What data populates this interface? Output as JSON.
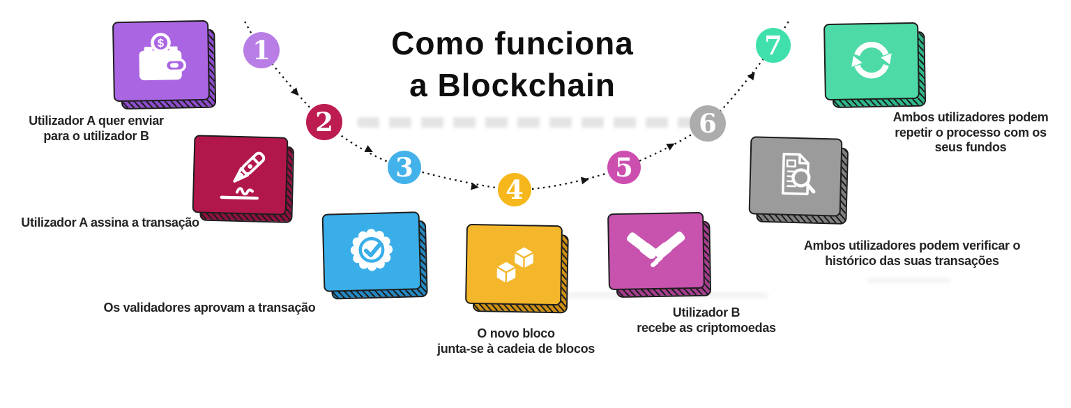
{
  "title": {
    "text": "Como funciona\na Blockchain"
  },
  "steps": [
    {
      "number": "1",
      "icon": "wallet-icon",
      "label": "Utilizador A quer enviar\npara o utilizador B",
      "card_color": "#aa66e2",
      "circle_color": "#b87ee6"
    },
    {
      "number": "2",
      "icon": "pen-signature-icon",
      "label": "Utilizador A assina a transação",
      "card_color": "#b2174b",
      "circle_color": "#bd1c51"
    },
    {
      "number": "3",
      "icon": "approval-badge-icon",
      "label": "Os validadores aprovam a transação",
      "card_color": "#3aaee8",
      "circle_color": "#44b2ea"
    },
    {
      "number": "4",
      "icon": "blocks-icon",
      "label": "O novo bloco\njunta-se à cadeia de blocos",
      "card_color": "#f4b62a",
      "circle_color": "#f6b71c"
    },
    {
      "number": "5",
      "icon": "handshake-icon",
      "label": "Utilizador B\nrecebe as criptomoedas",
      "card_color": "#c753ae",
      "circle_color": "#cc4fb0"
    },
    {
      "number": "6",
      "icon": "document-search-icon",
      "label": "Ambos utilizadores podem verificar o\nhistórico das suas transações",
      "card_color": "#9b9b9b",
      "circle_color": "#acacac"
    },
    {
      "number": "7",
      "icon": "repeat-icon",
      "label": "Ambos utilizadores podem\nrepetir o processo com os\nseus fundos",
      "card_color": "#4edaa6",
      "circle_color": "#3fe0ab"
    }
  ],
  "colors": {
    "path": "#141414",
    "text": "#242424",
    "title": "#0e0e0e",
    "background": "#ffffff"
  }
}
